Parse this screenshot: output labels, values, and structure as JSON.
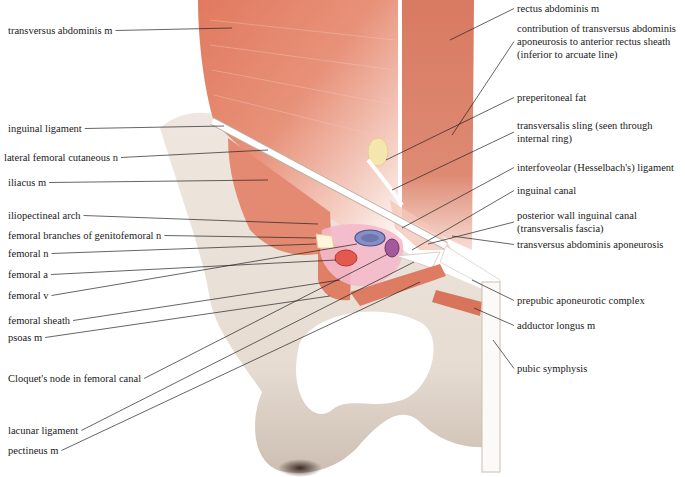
{
  "diagram": {
    "labels": [
      "rectus abdominis m",
      "contribution of transversus abdominis aponeurosis to anterior rectus sheath (inferior to arcuate line)",
      "preperitoneal fat",
      "transversalis sling (seen through internal ring)",
      "interfoveolar (Hesselbach's) ligament",
      "inguinal canal",
      "posterior wall inguinal canal (transversalis fascia)",
      "transversus abdominis aponeurosis",
      "prepubic aponeurotic complex",
      "adductor longus m",
      "pubic symphysis",
      "transversus abdominis m",
      "inguinal ligament",
      "lateral femoral cutaneous n",
      "iliacus m",
      "iliopectineal arch",
      "femoral branches of genitofemoral n",
      "femoral n",
      "femoral a",
      "femoral v",
      "femoral sheath",
      "psoas m",
      "Cloquet's node in femoral canal",
      "lacunar ligament",
      "pectineus m"
    ]
  }
}
